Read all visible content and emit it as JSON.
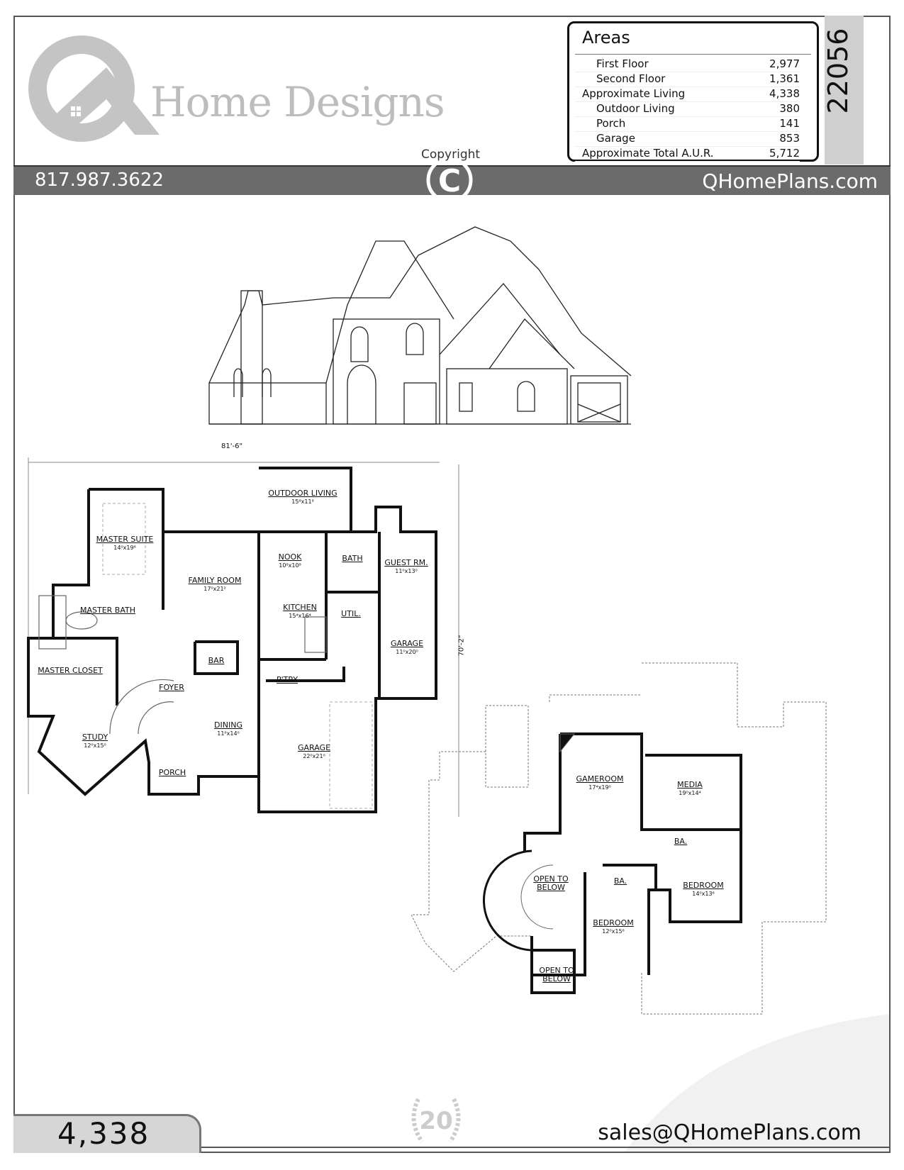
{
  "brand": {
    "name": "Home Designs",
    "logo_letter": "Q"
  },
  "areas": {
    "title": "Areas",
    "rows": [
      {
        "label": "First Floor",
        "value": "2,977",
        "indent": true
      },
      {
        "label": "Second Floor",
        "value": "1,361",
        "indent": true
      },
      {
        "label": "Approximate Living",
        "value": "4,338",
        "indent": false
      },
      {
        "label": "Outdoor Living",
        "value": "380",
        "indent": true
      },
      {
        "label": "Porch",
        "value": "141",
        "indent": true
      },
      {
        "label": "Garage",
        "value": "853",
        "indent": true
      },
      {
        "label": "Approximate Total A.U.R.",
        "value": "5,712",
        "indent": false
      }
    ]
  },
  "plan_number": "22056",
  "header_bar": {
    "phone": "817.987.3622",
    "copyright": "Copyright",
    "copyright_symbol": "C",
    "website": "QHomePlans.com"
  },
  "first_floor": {
    "width_dim": "81'-6\"",
    "depth_dim": "70'-2\"",
    "rooms": [
      {
        "name": "OUTDOOR LIVING",
        "dims": "15⁸x11⁸"
      },
      {
        "name": "MASTER SUITE",
        "dims": "14⁰x19⁸"
      },
      {
        "name": "NOOK",
        "dims": "10⁸x10⁸"
      },
      {
        "name": "BATH",
        "dims": ""
      },
      {
        "name": "GUEST RM.",
        "dims": "11⁰x13⁰"
      },
      {
        "name": "FAMILY ROOM",
        "dims": "17⁰x21²"
      },
      {
        "name": "KITCHEN",
        "dims": "15⁴x16⁴"
      },
      {
        "name": "MASTER BATH",
        "dims": ""
      },
      {
        "name": "UTIL.",
        "dims": ""
      },
      {
        "name": "GARAGE",
        "dims": "11⁰x20⁰"
      },
      {
        "name": "BAR",
        "dims": ""
      },
      {
        "name": "MASTER CLOSET",
        "dims": ""
      },
      {
        "name": "FOYER",
        "dims": ""
      },
      {
        "name": "P'TRY",
        "dims": ""
      },
      {
        "name": "DINING",
        "dims": "11⁶x14⁰"
      },
      {
        "name": "STUDY",
        "dims": "12⁰x15⁰"
      },
      {
        "name": "GARAGE",
        "dims": "22⁰x21⁰"
      },
      {
        "name": "PORCH",
        "dims": ""
      }
    ]
  },
  "second_floor": {
    "rooms": [
      {
        "name": "GAMEROOM",
        "dims": "17⁴x19⁰"
      },
      {
        "name": "MEDIA",
        "dims": "19⁰x14⁴"
      },
      {
        "name": "BA.",
        "dims": ""
      },
      {
        "name": "BEDROOM",
        "dims": "14⁰x13⁶"
      },
      {
        "name": "OPEN TO BELOW",
        "dims": ""
      },
      {
        "name": "BA.",
        "dims": ""
      },
      {
        "name": "BEDROOM",
        "dims": "12⁰x15⁶"
      },
      {
        "name": "OPEN TO BELOW",
        "dims": ""
      }
    ]
  },
  "badge": {
    "number": "20"
  },
  "footer": {
    "sqft": "4,338",
    "email": "sales@QHomePlans.com"
  },
  "colors": {
    "bar": "#6b6b6b",
    "logo_gray": "#bdbdbd",
    "tab_gray": "#cfcfcf"
  }
}
